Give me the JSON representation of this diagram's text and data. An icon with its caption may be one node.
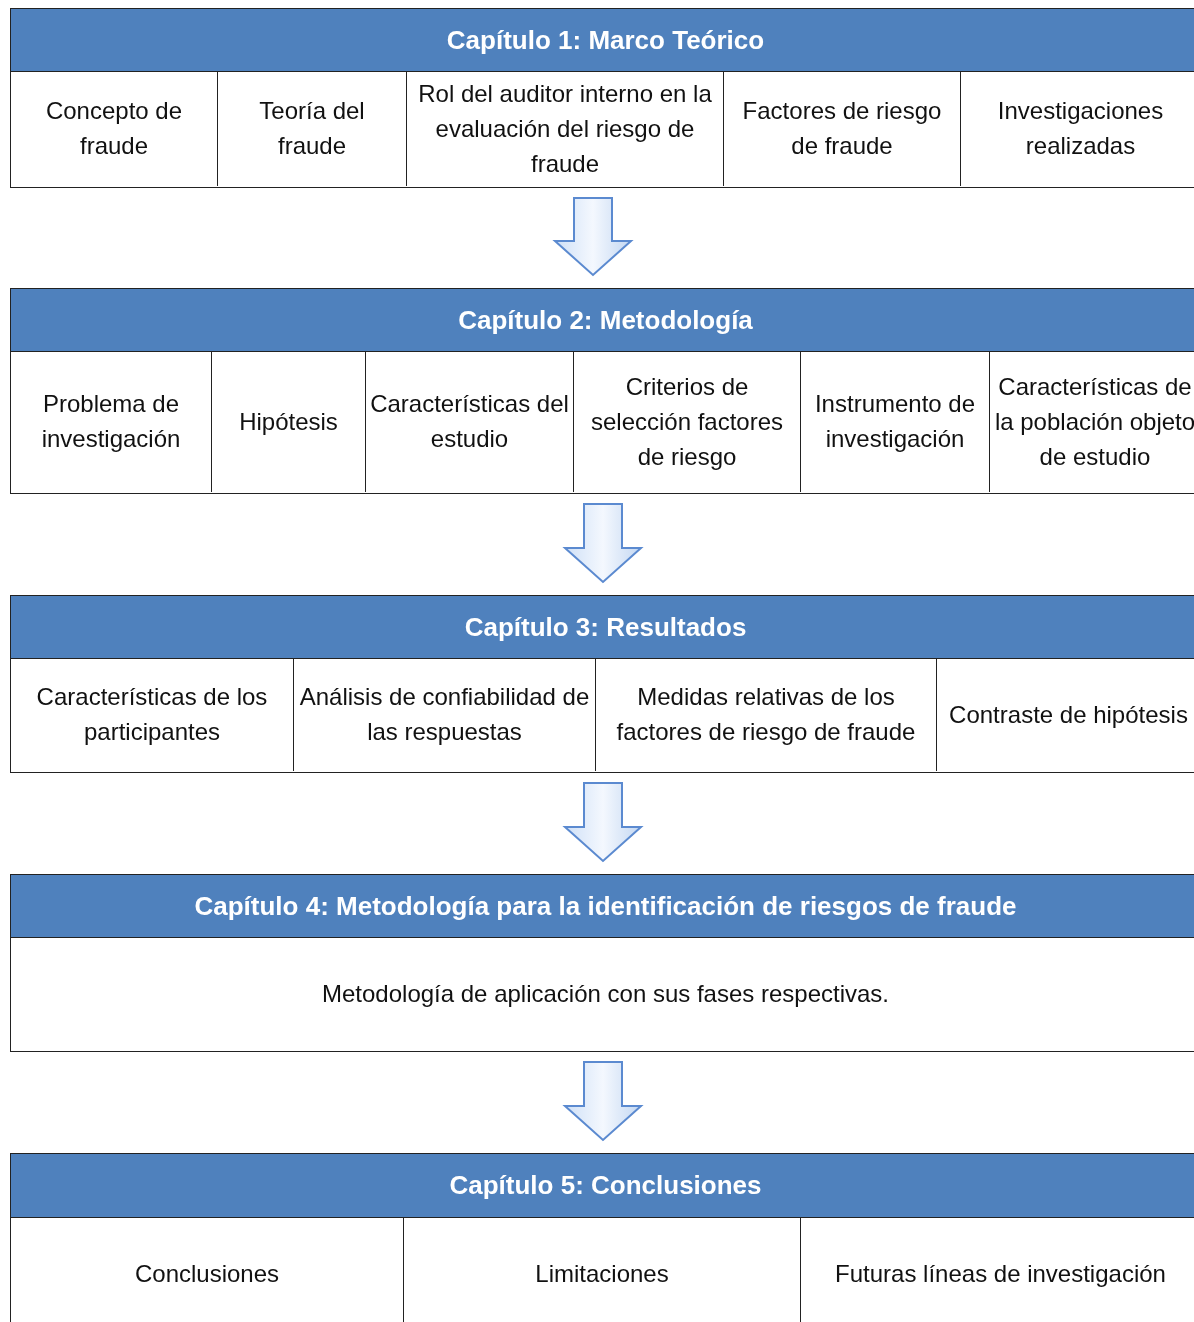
{
  "diagram": {
    "nodes": [
      {
        "text": [
          "Capítulo 1: Marco Teórico"
        ]
      },
      {
        "text": [
          "Concepto de fraude"
        ],
        "in": 0
      },
      {
        "text": [
          "Teoría del fraude"
        ],
        "in": 0
      },
      {
        "text": [
          "Rol del auditor interno en la evaluación del riesgo de fraude"
        ],
        "in": 0
      },
      {
        "text": [
          "Factores de riesgo de fraude"
        ],
        "in": 0
      },
      {
        "text": [
          "Investigaciones realizadas"
        ],
        "in": 0
      },
      {
        "text": [
          "Capítulo 2: Metodología"
        ]
      },
      {
        "text": [
          "Problema de investigación"
        ],
        "in": 6
      },
      {
        "text": [
          "Hipótesis"
        ],
        "in": 6
      },
      {
        "text": [
          "Características del estudio"
        ],
        "in": 6
      },
      {
        "text": [
          "Criterios de selección factores de riesgo"
        ],
        "in": 6
      },
      {
        "text": [
          "Instrumento de investigación"
        ],
        "in": 6
      },
      {
        "text": [
          "Características de la población objeto de estudio"
        ],
        "in": 6
      },
      {
        "text": [
          "Capítulo 3: Resultados"
        ]
      },
      {
        "text": [
          "Características de los participantes"
        ],
        "in": 13
      },
      {
        "text": [
          "Análisis de confiabilidad de las respuestas"
        ],
        "in": 13
      },
      {
        "text": [
          "Medidas relativas de los factores de riesgo de fraude"
        ],
        "in": 13
      },
      {
        "text": [
          "Contraste de hipótesis"
        ],
        "in": 13
      },
      {
        "text": [
          "Capítulo 4: Metodología para la identificación de riesgos de fraude"
        ]
      },
      {
        "text": [
          "Metodología de aplicación con sus fases respectivas."
        ],
        "in": 18
      },
      {
        "text": [
          "Capítulo 5: Conclusiones"
        ]
      },
      {
        "text": [
          "Conclusiones"
        ],
        "in": 20
      },
      {
        "text": [
          "Limitaciones"
        ],
        "in": 20
      },
      {
        "text": [
          "Futuras líneas de investigación"
        ],
        "in": 20
      }
    ],
    "edges": [
      {
        "from": 0,
        "to": 6,
        "arrow": "to"
      },
      {
        "from": 6,
        "to": 13,
        "arrow": "to"
      },
      {
        "from": 13,
        "to": 18,
        "arrow": "to"
      },
      {
        "from": 18,
        "to": 20,
        "arrow": "to"
      }
    ]
  }
}
